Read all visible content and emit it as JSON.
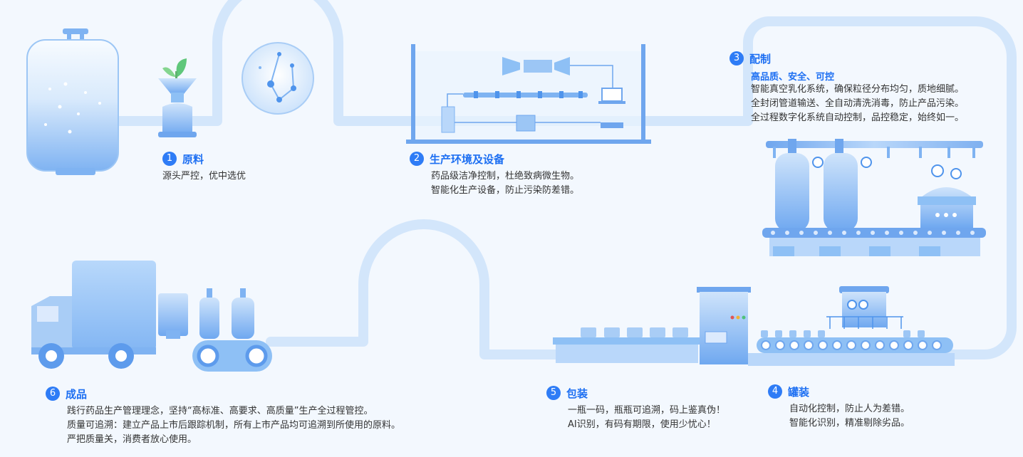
{
  "steps": [
    {
      "num": "1",
      "title": "原料",
      "lines": [
        "源头严控，优中选优"
      ]
    },
    {
      "num": "2",
      "title": "生产环境及设备",
      "lines": [
        "药品级洁净控制，杜绝致病微生物。",
        "智能化生产设备，防止污染防差错。"
      ]
    },
    {
      "num": "3",
      "title": "配制",
      "subtitle": "高品质、安全、可控",
      "lines": [
        "智能真空乳化系统，确保粒径分布均匀，质地细腻。",
        "全封闭管道输送、全自动清洗消毒，防止产品污染。",
        "全过程数字化系统自动控制，品控稳定，始终如一。"
      ]
    },
    {
      "num": "4",
      "title": "罐装",
      "lines": [
        "自动化控制，防止人为差错。",
        "智能化识别，精准剔除劣品。"
      ]
    },
    {
      "num": "5",
      "title": "包装",
      "lines": [
        "一瓶一码，瓶瓶可追溯，码上鉴真伪！",
        "AI识别，有码有期限，使用少忧心！"
      ]
    },
    {
      "num": "6",
      "title": "成品",
      "lines": [
        "践行药品生产管理理念，坚持“高标准、高要求、高质量”生产全过程管控。",
        "质量可追溯：建立产品上市后跟踪机制，所有上市产品均可追溯到所使用的原料。",
        "严把质量关，消费者放心使用。"
      ]
    }
  ],
  "colors": {
    "accent": "#2e7cf6",
    "title": "#1d6ff2",
    "pipe": "#cfe3fb",
    "machine": "#8ec0f5",
    "background": "#f3f8fe"
  },
  "icons": [
    "storage-tank-icon",
    "funnel-with-sprout-icon",
    "molecule-icon",
    "cleanroom-equipment-icon",
    "mixing-tanks-icon",
    "filling-line-icon",
    "packaging-line-icon",
    "delivery-truck-icon"
  ]
}
